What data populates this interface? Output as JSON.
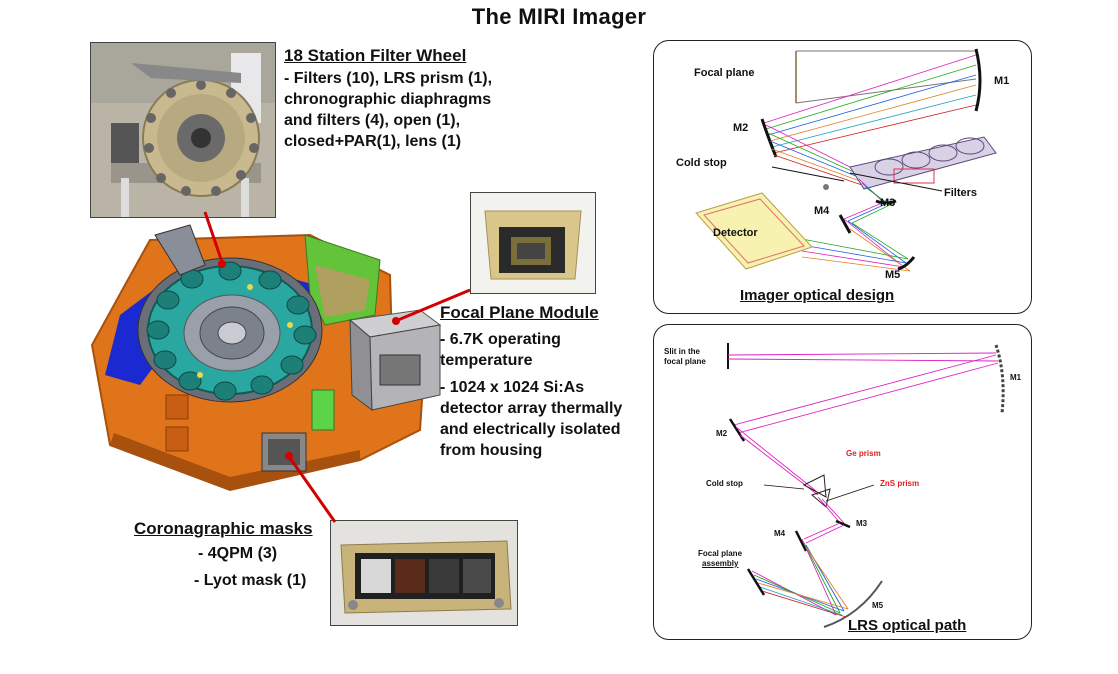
{
  "title": "The MIRI Imager",
  "filter_wheel": {
    "heading": "18 Station Filter Wheel",
    "lines": [
      "- Filters (10), LRS prism (1),",
      "chronographic diaphragms",
      "and filters (4), open (1),",
      "closed+PAR(1), lens (1)"
    ]
  },
  "focal_plane_module": {
    "heading": "Focal Plane Module",
    "lines": [
      "- 6.7K operating",
      "temperature",
      "- 1024 x 1024 Si:As",
      "detector array thermally",
      "and electrically isolated",
      "from housing"
    ]
  },
  "coronagraphic": {
    "heading": "Coronagraphic masks",
    "lines": [
      "- 4QPM (3)",
      "- Lyot mask (1)"
    ]
  },
  "imager_panel": {
    "caption": "Imager optical design",
    "labels": {
      "focal_plane": "Focal plane",
      "m1": "M1",
      "m2": "M2",
      "cold_stop": "Cold stop",
      "filters": "Filters",
      "m3": "M3",
      "m4": "M4",
      "detector": "Detector",
      "m5": "M5"
    }
  },
  "lrs_panel": {
    "caption": "LRS optical path",
    "labels": {
      "slit_line1": "Slit in the",
      "slit_line2": "focal plane",
      "m1": "M1",
      "m2": "M2",
      "ge_prism": "Ge prism",
      "zns_prism": "ZnS prism",
      "cold_stop": "Cold stop",
      "m3": "M3",
      "m4": "M4",
      "fpa_line1": "Focal plane",
      "fpa_line2": "assembly",
      "m5": "M5"
    }
  },
  "colors": {
    "housing": "#e0741b",
    "housing_dark": "#a8500e",
    "wheel": "#2aa7a0",
    "leader": "#d40000",
    "ray_magenta": "#e020c0",
    "detector_fill": "#f7f2b0",
    "detector_border": "#e07070",
    "prism_red": "#e02020"
  }
}
